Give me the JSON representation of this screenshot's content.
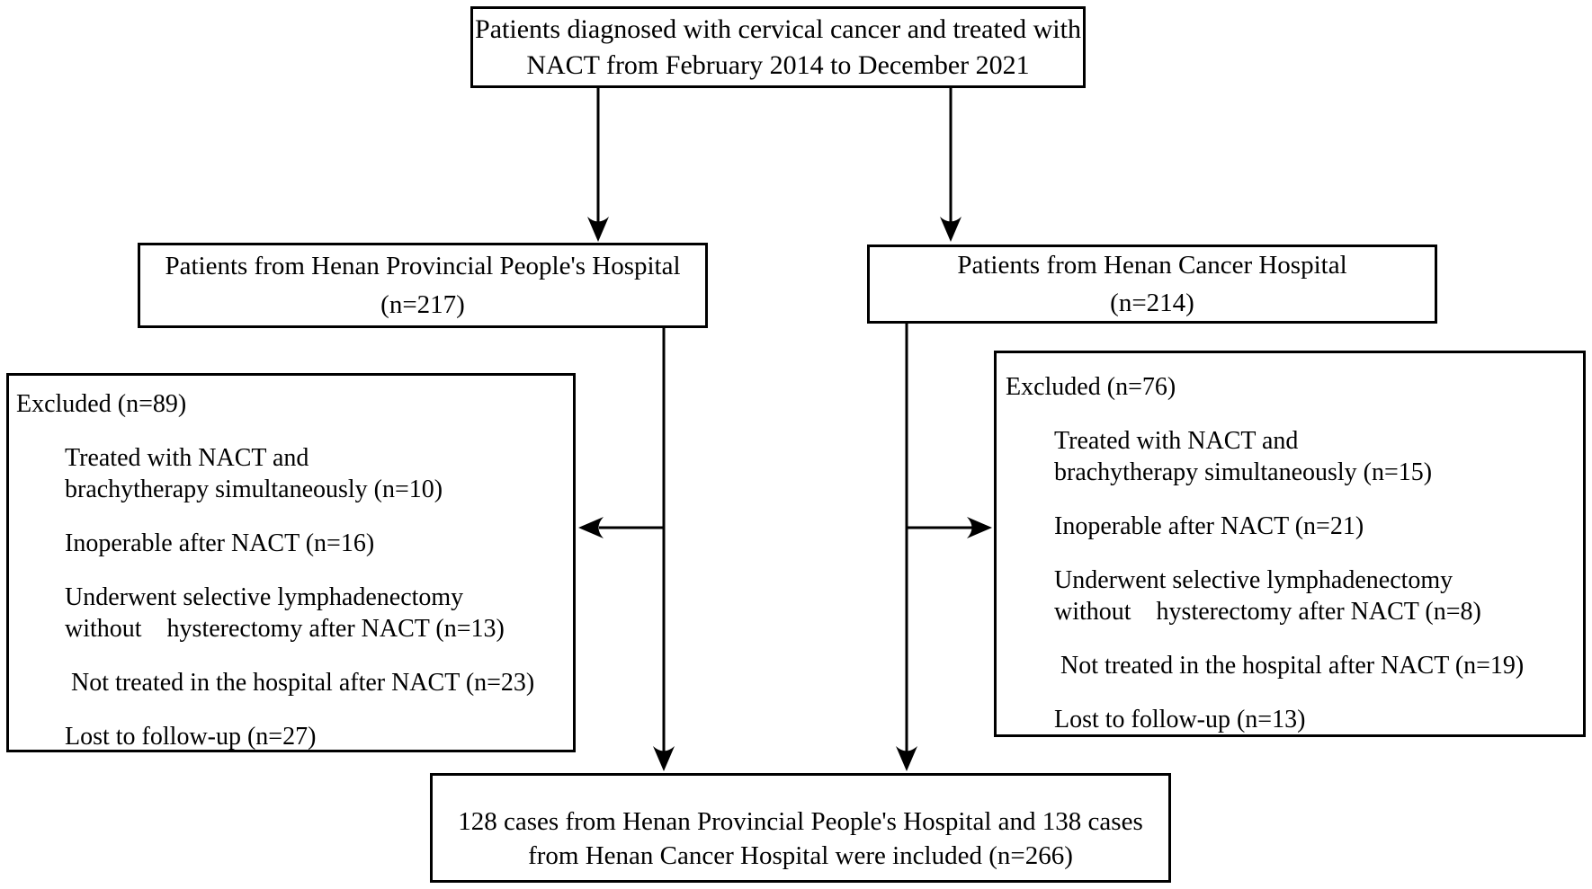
{
  "title_box": {
    "line1": "Patients diagnosed with cervical cancer and treated with",
    "line2": "NACT from February 2014 to December 2021"
  },
  "cohorts": {
    "left": {
      "name": "Patients from Henan Provincial People's Hospital",
      "count": "(n=217)"
    },
    "right": {
      "name": "Patients from Henan Cancer Hospital",
      "count": "(n=214)"
    }
  },
  "excluded_left": {
    "header": "Excluded (n=89)",
    "items": [
      {
        "line1": "Treated with NACT and",
        "line2": "brachytherapy simultaneously (n=10)"
      },
      {
        "line1": "Inoperable after NACT (n=16)",
        "line2": ""
      },
      {
        "line1": "Underwent selective lymphadenectomy",
        "line2": "without    hysterectomy after NACT (n=13)"
      },
      {
        "line1": " Not treated in the hospital after NACT (n=23)",
        "line2": ""
      },
      {
        "line1": "Lost to follow-up (n=27)",
        "line2": ""
      }
    ]
  },
  "excluded_right": {
    "header": "Excluded (n=76)",
    "items": [
      {
        "line1": "Treated with NACT and",
        "line2": "brachytherapy simultaneously (n=15)"
      },
      {
        "line1": "Inoperable after NACT (n=21)",
        "line2": ""
      },
      {
        "line1": "Underwent selective lymphadenectomy",
        "line2": "without    hysterectomy after NACT (n=8)"
      },
      {
        "line1": " Not treated in the hospital after NACT (n=19)",
        "line2": ""
      },
      {
        "line1": "Lost to follow-up (n=13)",
        "line2": ""
      }
    ]
  },
  "included_box": {
    "line1": "128 cases from Henan Provincial People's Hospital and 138 cases",
    "line2": "from Henan Cancer Hospital were included (n=266)"
  },
  "colors": {
    "stroke": "#000000",
    "text": "#000000",
    "background": "#ffffff"
  }
}
